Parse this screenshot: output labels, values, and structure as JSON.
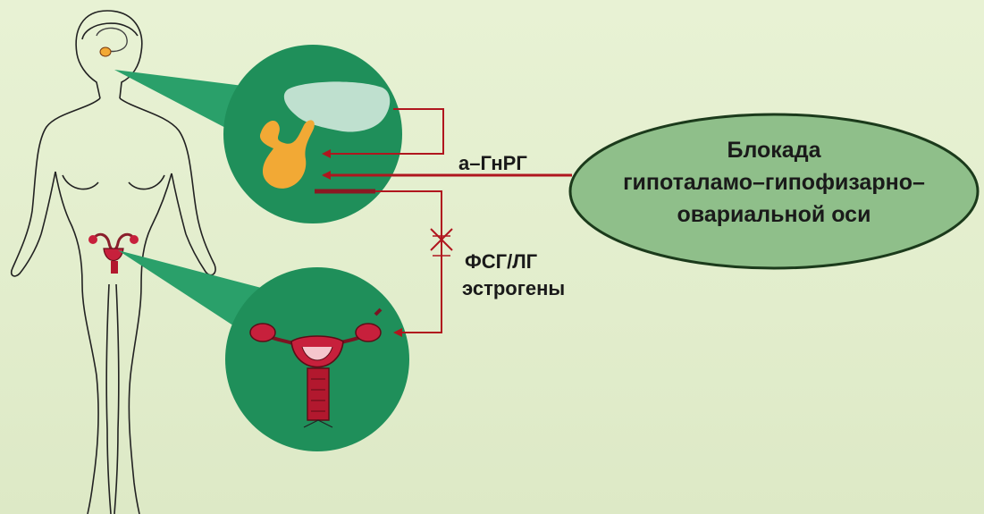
{
  "labels": {
    "agnrg": "а–ГнРГ",
    "fsh_lh": "ФСГ/ЛГ",
    "estrogens": "эстрогены"
  },
  "blockade": {
    "line1": "Блокада",
    "line2": "гипоталамо–гипофизарно–",
    "line3": "овариальной оси"
  },
  "colors": {
    "background": "#e4efcf",
    "circle": "#1f8f5a",
    "callout": "#2aa06a",
    "arrow": "#b0161e",
    "ellipse": "#8fbf8a",
    "hypothalamus": "#bfe0cf",
    "pituitary": "#f2a935",
    "uterus": "#c7203c"
  }
}
